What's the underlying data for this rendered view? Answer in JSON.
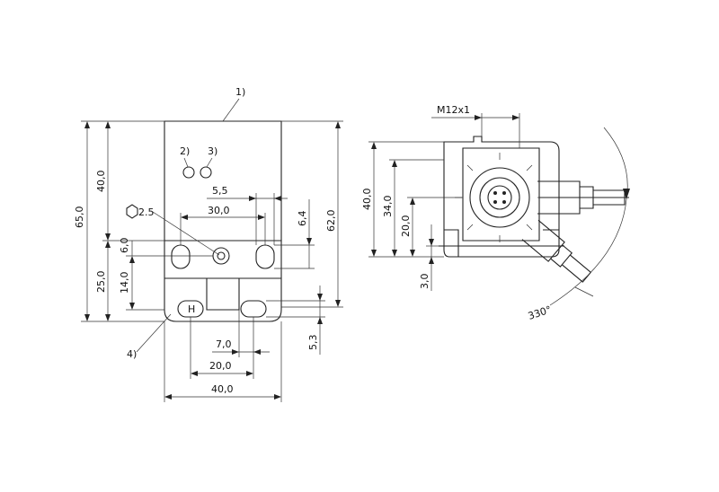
{
  "notes": {
    "n1": "1)",
    "n2": "2)",
    "n3": "3)",
    "n4": "4)"
  },
  "front_view": {
    "dim_65": "65,0",
    "dim_40_left": "40,0",
    "dim_25": "25,0",
    "dim_6": "6,0",
    "dim_14": "14,0",
    "dim_62": "62,0",
    "dim_5_5": "5,5",
    "dim_30": "30,0",
    "dim_6_4": "6,4",
    "dim_2_5": "2.5",
    "dim_7": "7,0",
    "dim_20": "20,0",
    "dim_40_bottom": "40,0",
    "dim_5_3": "5,3",
    "center_mark": "H"
  },
  "side_view": {
    "connector": "M12x1",
    "dim_40": "40,0",
    "dim_34": "34,0",
    "dim_20": "20,0",
    "dim_3": "3,0",
    "rotation": "330°"
  }
}
